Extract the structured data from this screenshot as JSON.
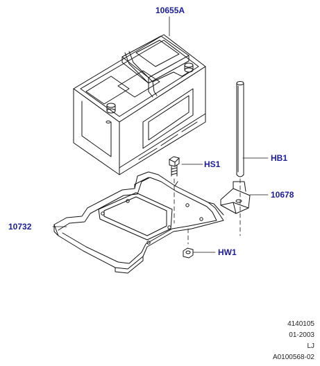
{
  "callouts": {
    "battery": "10655A",
    "tray": "10732",
    "bolt": "HS1",
    "hold_rod": "HB1",
    "clamp": "10678",
    "nut": "HW1"
  },
  "reference": {
    "line1": "4140105",
    "line2": "01-2003",
    "line3": "LJ",
    "line4": "A0100568-02"
  },
  "colors": {
    "callout_text": "#1a1aa0",
    "line": "#111111",
    "background": "#ffffff"
  }
}
